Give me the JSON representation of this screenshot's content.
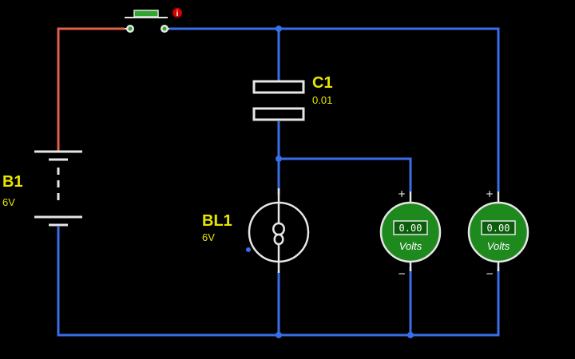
{
  "battery": {
    "name": "B1",
    "value": "6V"
  },
  "capacitor": {
    "name": "C1",
    "value": "0.01"
  },
  "lamp": {
    "name": "BL1",
    "value": "6V"
  },
  "meters": [
    {
      "reading": "0.00",
      "unit": "Volts",
      "plus": "+",
      "minus": "−"
    },
    {
      "reading": "0.00",
      "unit": "Volts",
      "plus": "+",
      "minus": "−"
    }
  ],
  "switch": {
    "badge": "i"
  },
  "colors": {
    "wire": "#3a6ee8",
    "wire_hot": "#e0604a",
    "component": "#e6e6e6",
    "label": "#e6e600",
    "meter_fill": "#1e8a1e",
    "meter_display": "#0b5e0b",
    "node": "#3a6ee8",
    "badge": "#d40000"
  }
}
